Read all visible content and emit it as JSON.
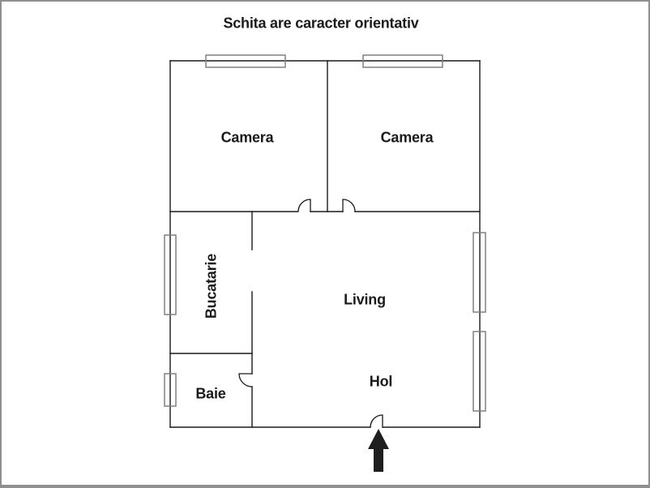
{
  "title": "Schita are caracter orientativ",
  "rooms": [
    {
      "label": "Camera"
    },
    {
      "label": "Camera"
    },
    {
      "label": "Bucatarie"
    },
    {
      "label": "Living"
    },
    {
      "label": "Baie"
    },
    {
      "label": "Hol"
    }
  ],
  "icons": {
    "entrance_arrow": "up-arrow"
  },
  "colors": {
    "wall": "#1a1a1a",
    "window_frame": "#808080",
    "text": "#1a1a1a",
    "frame_border": "#8f8f8f",
    "entrance_arrow": "#1e1e1e",
    "background": "#ffffff"
  }
}
